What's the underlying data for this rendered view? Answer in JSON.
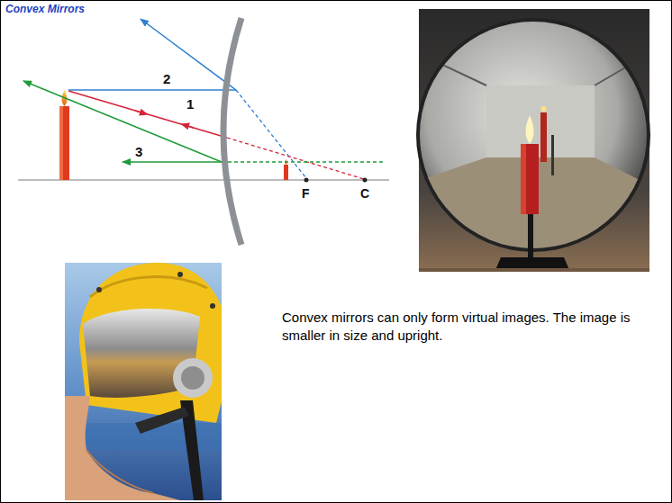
{
  "diagram": {
    "title": "Convex Mirrors",
    "labels": [
      "2",
      "1",
      "3",
      "F",
      "C",
      "Convex mirrors can only form virtual images. The image is smaller in size and upright."
    ]
  }
}
